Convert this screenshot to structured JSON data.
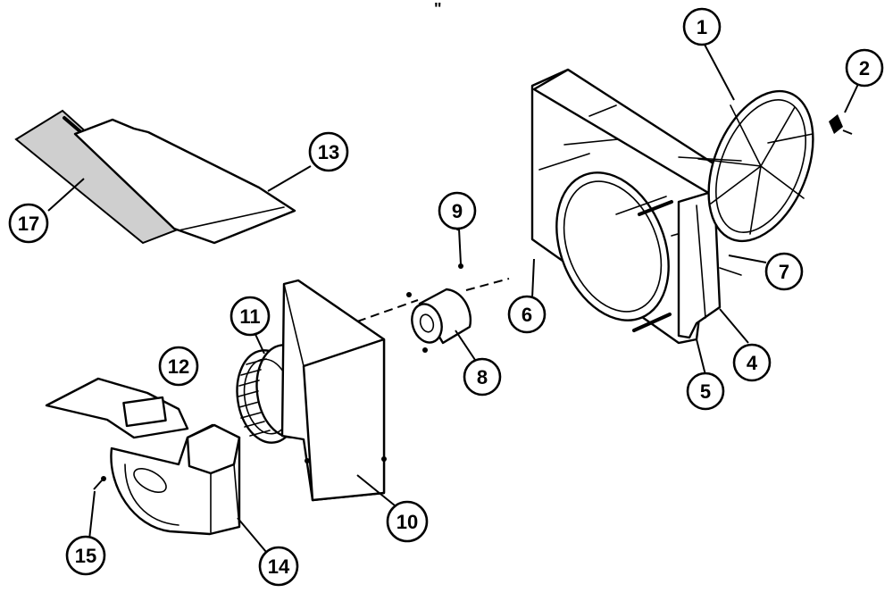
{
  "diagram": {
    "header_mark": "\"",
    "callouts": [
      {
        "id": "1",
        "label": "1"
      },
      {
        "id": "2",
        "label": "2"
      },
      {
        "id": "4",
        "label": "4"
      },
      {
        "id": "5",
        "label": "5"
      },
      {
        "id": "6",
        "label": "6"
      },
      {
        "id": "7",
        "label": "7"
      },
      {
        "id": "8",
        "label": "8"
      },
      {
        "id": "9",
        "label": "9"
      },
      {
        "id": "10",
        "label": "10"
      },
      {
        "id": "11",
        "label": "11"
      },
      {
        "id": "12",
        "label": "12"
      },
      {
        "id": "13",
        "label": "13"
      },
      {
        "id": "14",
        "label": "14"
      },
      {
        "id": "15",
        "label": "15"
      },
      {
        "id": "17",
        "label": "17"
      }
    ]
  }
}
